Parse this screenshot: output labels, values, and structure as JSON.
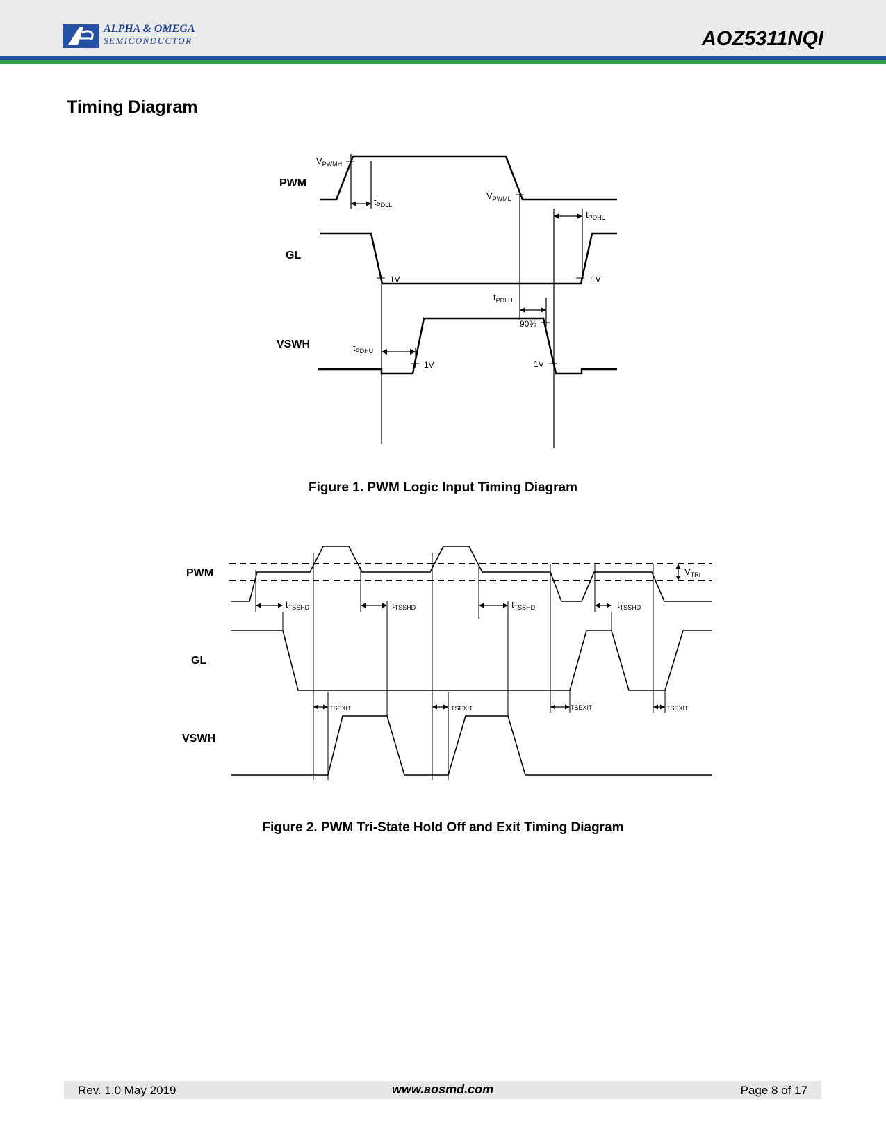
{
  "header": {
    "company_line1": "ALPHA & OMEGA",
    "company_line2": "SEMICONDUCTOR",
    "logo_icon": "alpha-omega-logo",
    "part_number": "AOZ5311NQI"
  },
  "section_title": "Timing Diagram",
  "figure1": {
    "caption": "Figure 1. PWM Logic Input Timing Diagram",
    "signals": [
      "PWM",
      "GL",
      "VSWH"
    ],
    "labels": {
      "vpwmh_main": "V",
      "vpwmh_sub": "PWMH",
      "vpwml_main": "V",
      "vpwml_sub": "PWML",
      "tpdll_main": "t",
      "tpdll_sub": "PDLL",
      "tpdhl_main": "t",
      "tpdhl_sub": "PDHL",
      "tpdlu_main": "t",
      "tpdlu_sub": "PDLU",
      "tpdhu_main": "t",
      "tpdhu_sub": "PDHU",
      "gl_1v_left": "1V",
      "gl_1v_right": "1V",
      "sw_1v_left": "1V",
      "sw_1v_right": "1V",
      "sw_90": "90%"
    }
  },
  "figure2": {
    "caption": "Figure 2. PWM Tri-State Hold Off and Exit Timing Diagram",
    "signals": [
      "PWM",
      "GL",
      "VSWH"
    ],
    "labels": {
      "vtri_main": "V",
      "vtri_sub": "TRI",
      "tsshd_main": "t",
      "tsshd_sub": "TSSHD",
      "tsexit": "TSEXIT"
    }
  },
  "footer": {
    "revision": "Rev. 1.0 May 2019",
    "website": "www.aosmd.com",
    "page": "Page 8 of 17"
  }
}
